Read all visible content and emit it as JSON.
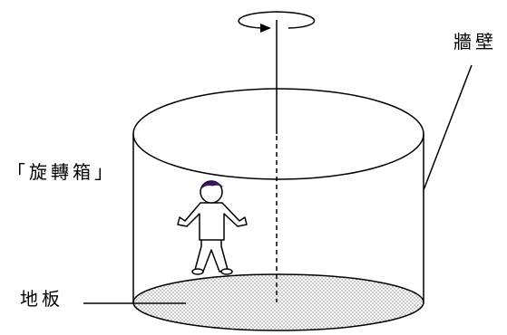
{
  "labels": {
    "wall": "牆壁",
    "box": "「旋轉箱」",
    "floor": "地板"
  },
  "colors": {
    "stroke": "#000000",
    "floor_dot": "#7a7a7a",
    "head_cap": "#3b1466",
    "background": "#ffffff"
  }
}
